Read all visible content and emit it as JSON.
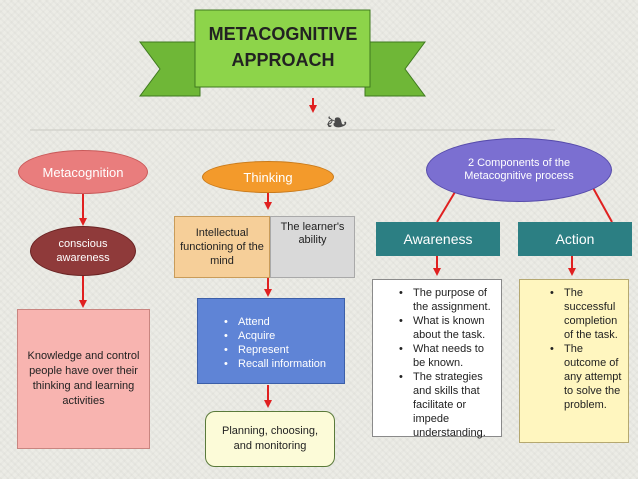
{
  "banner": {
    "title": "METACOGNITIVE APPROACH",
    "line1": "METACOGNITIVE",
    "line2": "APPROACH"
  },
  "ornament_glyph": "❧",
  "metacognition": "Metacognition",
  "thinking": "Thinking",
  "components": "2 Components of  the Metacognitive process",
  "conscious": "conscious awareness",
  "knowledge": "Knowledge and control people have over their thinking and learning activities",
  "intellectual": "Intellectual functioning of the mind",
  "learner": "The learner's ability",
  "thinking_list": [
    "Attend",
    "Acquire",
    "Represent",
    "Recall information"
  ],
  "planning": "Planning, choosing, and monitoring",
  "awareness": "Awareness",
  "action": "Action",
  "awareness_list": [
    "The purpose of the assignment.",
    "What is known about the task.",
    "What needs to be known.",
    "The strategies and skills that facilitate or impede understanding."
  ],
  "action_list": [
    "The successful completion of the task.",
    "The outcome of any attempt to solve the problem."
  ],
  "colors": {
    "red_arrow": "#e02020",
    "banner_green": "#8dd44a",
    "oval_pink": "#e97d7d",
    "oval_orange": "#f39a2b",
    "oval_purple": "#7b6fd1",
    "oval_maroon": "#8f3a3a",
    "teal_header": "#2c7f83",
    "blue_box": "#5f84d6",
    "salmon_box": "#f8b4b0",
    "yellow_box": "#fff6bf"
  }
}
